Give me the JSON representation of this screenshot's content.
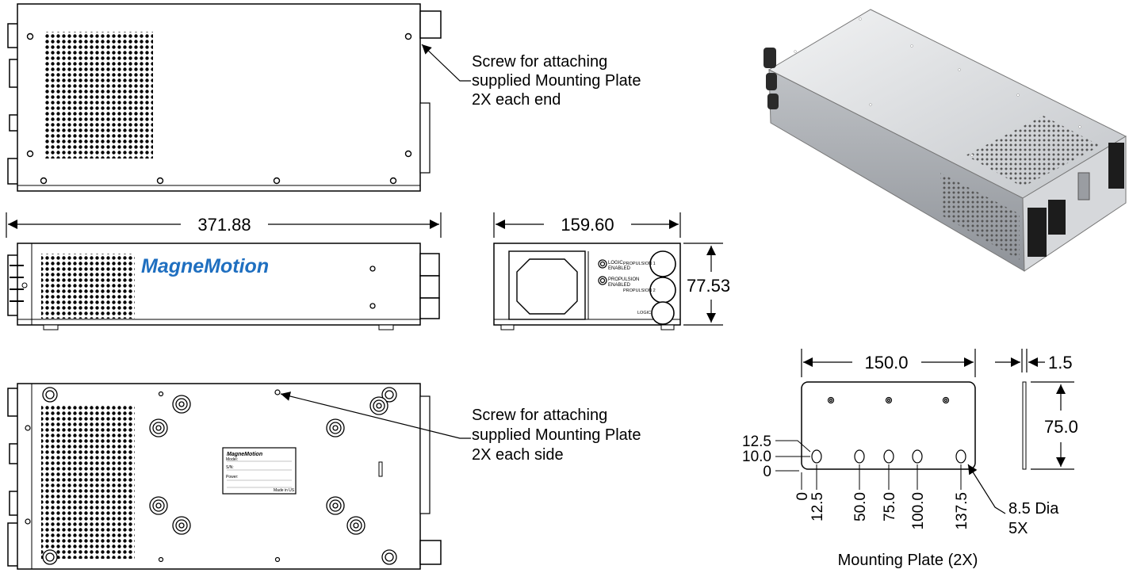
{
  "annotations": {
    "screw_top_line1": "Screw for attaching",
    "screw_top_line2": "supplied Mounting Plate",
    "screw_top_line3": "2X each end",
    "screw_bottom_line1": "Screw for attaching",
    "screw_bottom_line2": "supplied Mounting Plate",
    "screw_bottom_line3": "2X each side"
  },
  "dimensions": {
    "length": "371.88",
    "width": "159.60",
    "height": "77.53",
    "plate_width": "150.0",
    "plate_thickness": "1.5",
    "plate_height": "75.0",
    "left_y": [
      "12.5",
      "10.0",
      "0"
    ],
    "bottom_x": [
      "0",
      "12.5",
      "50.0",
      "75.0",
      "100.0",
      "137.5"
    ],
    "hole_callout_1": "8.5 Dia",
    "hole_callout_2": "5X"
  },
  "labels": {
    "plate_caption": "Mounting Plate (2X)",
    "brand": "MagneMotion",
    "brand_small": "MagneMotion",
    "end_logic": "LOGIC",
    "end_enabled": "ENABLED",
    "end_propulsion": "PROPULSION",
    "end_propulsion_enabled": "ENABLED",
    "end_p1": "PROPULSION 1",
    "end_p2": "PROPULSION 2",
    "end_logic_port": "LOGIC",
    "nameplate_model": "Model:",
    "nameplate_sn": "S/N:",
    "nameplate_power": "Power:",
    "nameplate_made": "Made in US"
  },
  "colors": {
    "brand_blue": "#1f6fc0",
    "line": "#000000",
    "enclosure_gray": "#c9ccd0"
  }
}
